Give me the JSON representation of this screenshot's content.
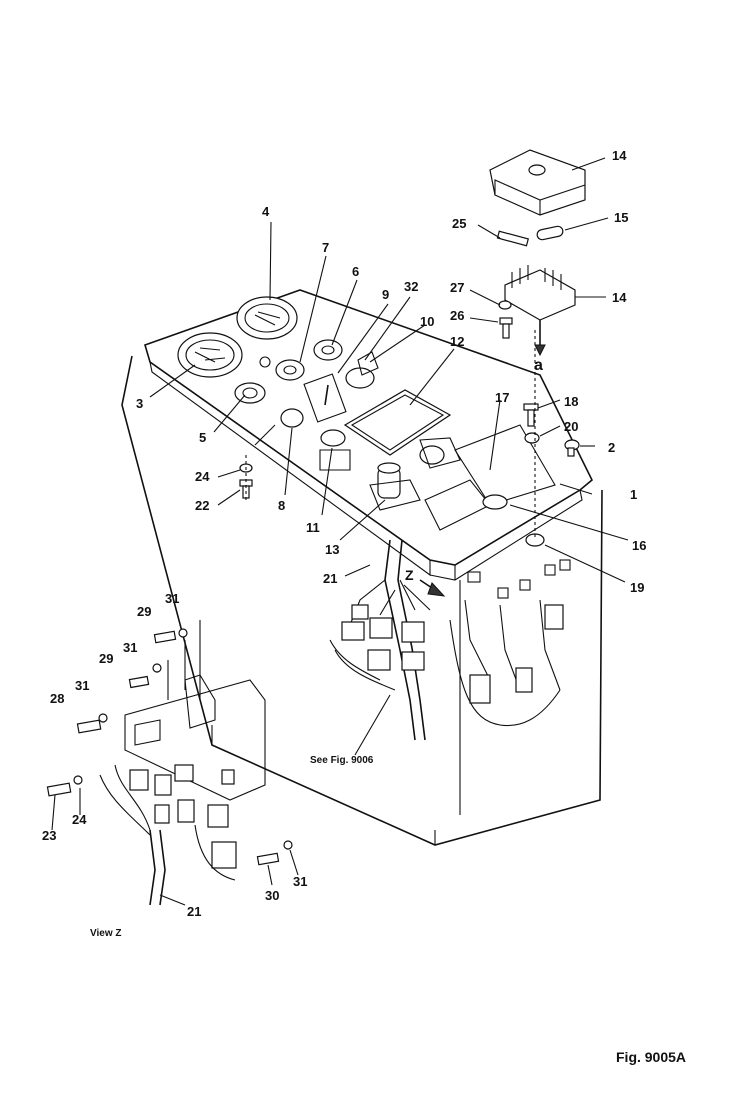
{
  "figure": {
    "caption": "Fig. 9005A",
    "view_label": "View Z",
    "see_fig_note": "See Fig. 9006",
    "direction_label": "Z",
    "detail_label": "a"
  },
  "callouts": {
    "c1": "1",
    "c2": "2",
    "c3": "3",
    "c4": "4",
    "c5": "5",
    "c6": "6",
    "c7": "7",
    "c8": "8",
    "c9": "9",
    "c10": "10",
    "c11": "11",
    "c12": "12",
    "c13": "13",
    "c14a": "14",
    "c14b": "14",
    "c15": "15",
    "c16": "16",
    "c17": "17",
    "c18": "18",
    "c19": "19",
    "c20": "20",
    "c21a": "21",
    "c21b": "21",
    "c22": "22",
    "c23": "23",
    "c24a": "24",
    "c24b": "24",
    "c25": "25",
    "c26": "26",
    "c27": "27",
    "c28": "28",
    "c29a": "29",
    "c29b": "29",
    "c30": "30",
    "c31a": "31",
    "c31b": "31",
    "c31c": "31",
    "c31d": "31",
    "c32": "32"
  },
  "colors": {
    "ink": "#111111",
    "paper": "#ffffff"
  }
}
